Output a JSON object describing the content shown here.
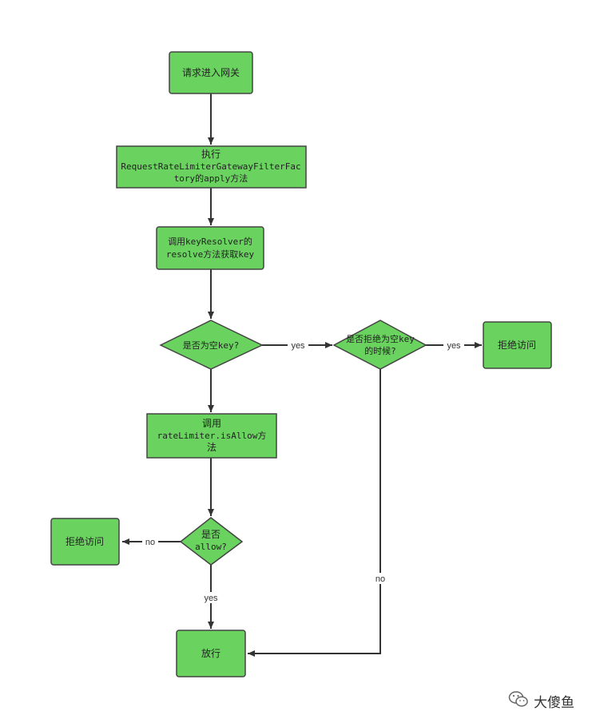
{
  "colors": {
    "node_fill": "#6ad35f",
    "node_stroke": "#444444",
    "edge": "#333333"
  },
  "nodes": {
    "enter_gateway": "请求进入网关",
    "apply_line1": "执行",
    "apply_line2": "RequestRateLimiterGatewayFilterFac",
    "apply_line3": "tory的apply方法",
    "resolve_line1": "调用keyResolver的",
    "resolve_line2": "resolve方法获取key",
    "is_empty_key": "是否为空key?",
    "deny_empty_line1": "是否拒绝为空key",
    "deny_empty_line2": "的时候?",
    "reject_right": "拒绝访问",
    "isallow_line1": "调用",
    "isallow_line2": "rateLimiter.isAllow方",
    "isallow_line3": "法",
    "allow_line1": "是否",
    "allow_line2": "allow?",
    "reject_left": "拒绝访问",
    "pass": "放行"
  },
  "edges": {
    "empty_yes": "yes",
    "deny_yes": "yes",
    "allow_no": "no",
    "allow_yes": "yes",
    "deny_no": "no"
  },
  "watermark": {
    "icon": "wechat-icon",
    "text": "大傻鱼"
  }
}
